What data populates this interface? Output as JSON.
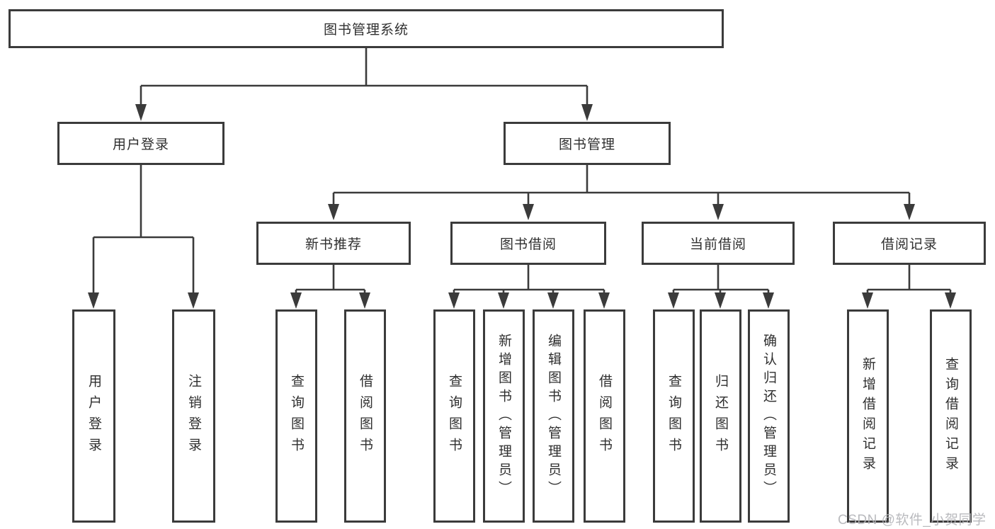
{
  "tree": {
    "root": "图书管理系统",
    "branches": [
      {
        "label": "用户登录",
        "children": [
          "用户登录",
          "注销登录"
        ]
      },
      {
        "label": "图书管理",
        "groups": [
          {
            "label": "新书推荐",
            "children": [
              "查询图书",
              "借阅图书"
            ]
          },
          {
            "label": "图书借阅",
            "children": [
              "查询图书",
              "新增图书（管理员）",
              "编辑图书（管理员）",
              "借阅图书"
            ]
          },
          {
            "label": "当前借阅",
            "children": [
              "查询图书",
              "归还图书",
              "确认归还（管理员）"
            ]
          },
          {
            "label": "借阅记录",
            "children": [
              "新增借阅记录",
              "查询借阅记录"
            ]
          }
        ]
      }
    ]
  },
  "watermark": "CSDN @软件_小贺同学",
  "colors": {
    "line": "#3b3b3b",
    "text": "#2f2f2f",
    "background": "#ffffff",
    "watermark": "#b2b3b7"
  }
}
